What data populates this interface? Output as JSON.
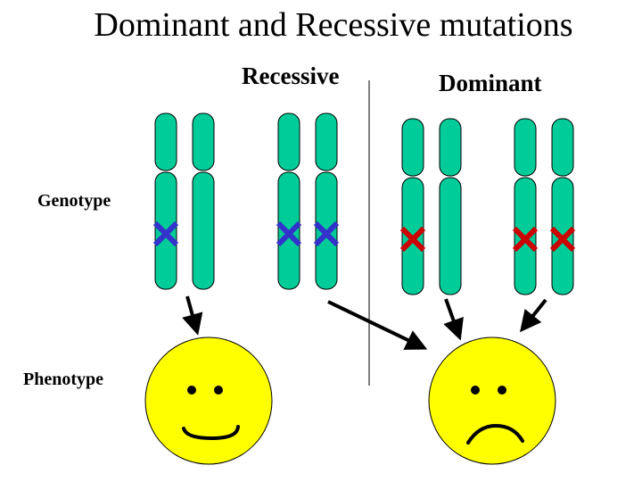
{
  "title": "Dominant and Recessive mutations",
  "sections": {
    "recessive": "Recessive",
    "dominant": "Dominant"
  },
  "row_labels": {
    "genotype": "Genotype",
    "phenotype": "Phenotype"
  },
  "colors": {
    "chromosome": "#00CC99",
    "recessive_mutation": "#3333CC",
    "dominant_mutation": "#CC0000",
    "face": "#FFFF00",
    "outline": "#000000"
  },
  "genotypes": [
    {
      "group": "recessive",
      "mutated_copies": 1,
      "mutation_type": "recessive",
      "phenotype": "normal"
    },
    {
      "group": "recessive",
      "mutated_copies": 2,
      "mutation_type": "recessive",
      "phenotype": "affected"
    },
    {
      "group": "dominant",
      "mutated_copies": 1,
      "mutation_type": "dominant",
      "phenotype": "affected"
    },
    {
      "group": "dominant",
      "mutated_copies": 2,
      "mutation_type": "dominant",
      "phenotype": "affected"
    }
  ],
  "phenotypes": [
    {
      "expression": "happy"
    },
    {
      "expression": "sad"
    }
  ]
}
